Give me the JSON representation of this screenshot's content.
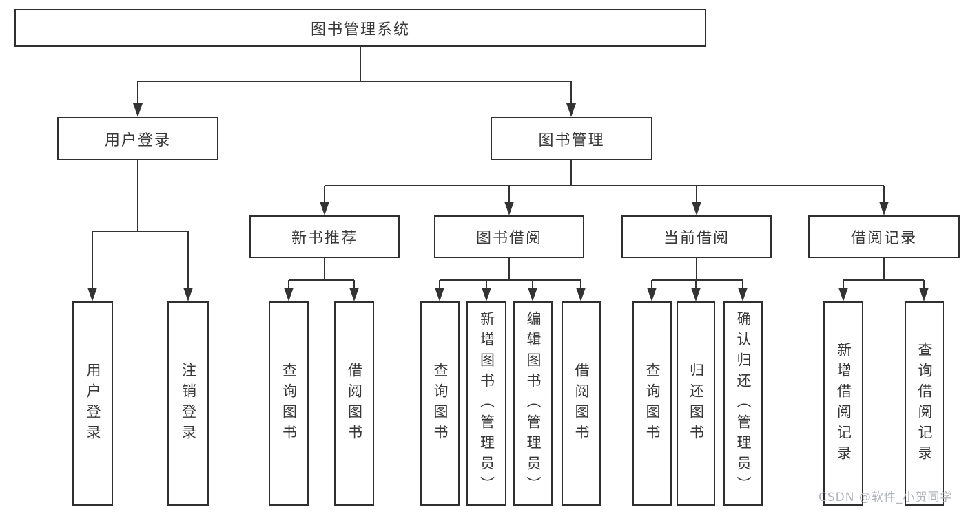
{
  "diagram": {
    "tree": {
      "root": {
        "label": "图书管理系统",
        "children": [
          {
            "label": "用户登录",
            "children": [
              {
                "label": "用户登录"
              },
              {
                "label": "注销登录"
              }
            ]
          },
          {
            "label": "图书管理",
            "children": [
              {
                "label": "新书推荐",
                "children": [
                  {
                    "label": "查询图书"
                  },
                  {
                    "label": "借阅图书"
                  }
                ]
              },
              {
                "label": "图书借阅",
                "children": [
                  {
                    "label": "查询图书"
                  },
                  {
                    "label": "新增图书（管理员）"
                  },
                  {
                    "label": "编辑图书（管理员）"
                  },
                  {
                    "label": "借阅图书"
                  }
                ]
              },
              {
                "label": "当前借阅",
                "children": [
                  {
                    "label": "查询图书"
                  },
                  {
                    "label": "归还图书"
                  },
                  {
                    "label": "确认归还（管理员）"
                  }
                ]
              },
              {
                "label": "借阅记录",
                "children": [
                  {
                    "label": "新增借阅记录"
                  },
                  {
                    "label": "查询借阅记录"
                  }
                ]
              }
            ]
          }
        ]
      }
    },
    "colors": {
      "line": "#333333",
      "border": "#2f2f2f",
      "text": "#383838",
      "background": "#ffffff",
      "watermark": "#b1b4ba"
    }
  },
  "watermark": {
    "text": "CSDN @软件_小贺同学"
  }
}
